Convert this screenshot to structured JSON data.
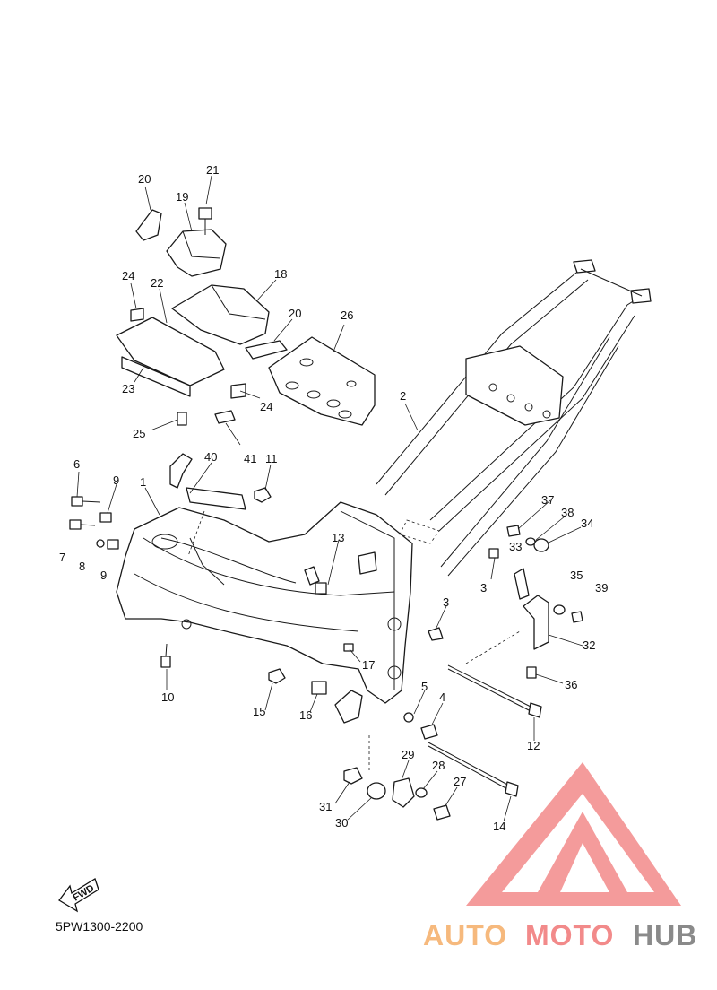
{
  "diagram_code": "5PW1300-2200",
  "fwd_label": "FWD",
  "watermark": {
    "part1": "AUTO",
    "part2": "MOTO",
    "part3": "HUB",
    "color_triangle": "#f28a8a",
    "color_auto": "#f6b97d",
    "color_moto": "#f28a8a",
    "color_hub": "#8a8a8a"
  },
  "callouts": [
    {
      "id": "c20a",
      "text": "20"
    },
    {
      "id": "c21",
      "text": "21"
    },
    {
      "id": "c19",
      "text": "19"
    },
    {
      "id": "c24a",
      "text": "24"
    },
    {
      "id": "c22",
      "text": "22"
    },
    {
      "id": "c18",
      "text": "18"
    },
    {
      "id": "c20b",
      "text": "20"
    },
    {
      "id": "c26",
      "text": "26"
    },
    {
      "id": "c23",
      "text": "23"
    },
    {
      "id": "c24b",
      "text": "24"
    },
    {
      "id": "c25",
      "text": "25"
    },
    {
      "id": "c41",
      "text": "41"
    },
    {
      "id": "c2",
      "text": "2"
    },
    {
      "id": "c40",
      "text": "40"
    },
    {
      "id": "c6",
      "text": "6"
    },
    {
      "id": "c11",
      "text": "11"
    },
    {
      "id": "c9a",
      "text": "9"
    },
    {
      "id": "c1",
      "text": "1"
    },
    {
      "id": "c7",
      "text": "7"
    },
    {
      "id": "c8",
      "text": "8"
    },
    {
      "id": "c9b",
      "text": "9"
    },
    {
      "id": "c13",
      "text": "13"
    },
    {
      "id": "c37",
      "text": "37"
    },
    {
      "id": "c38",
      "text": "38"
    },
    {
      "id": "c34",
      "text": "34"
    },
    {
      "id": "c33",
      "text": "33"
    },
    {
      "id": "c3a",
      "text": "3"
    },
    {
      "id": "c35",
      "text": "35"
    },
    {
      "id": "c39",
      "text": "39"
    },
    {
      "id": "c3b",
      "text": "3"
    },
    {
      "id": "c32",
      "text": "32"
    },
    {
      "id": "c17",
      "text": "17"
    },
    {
      "id": "c10",
      "text": "10"
    },
    {
      "id": "c36",
      "text": "36"
    },
    {
      "id": "c5",
      "text": "5"
    },
    {
      "id": "c4",
      "text": "4"
    },
    {
      "id": "c15",
      "text": "15"
    },
    {
      "id": "c16",
      "text": "16"
    },
    {
      "id": "c12",
      "text": "12"
    },
    {
      "id": "c29",
      "text": "29"
    },
    {
      "id": "c28",
      "text": "28"
    },
    {
      "id": "c27",
      "text": "27"
    },
    {
      "id": "c31",
      "text": "31"
    },
    {
      "id": "c30",
      "text": "30"
    },
    {
      "id": "c14",
      "text": "14"
    }
  ]
}
